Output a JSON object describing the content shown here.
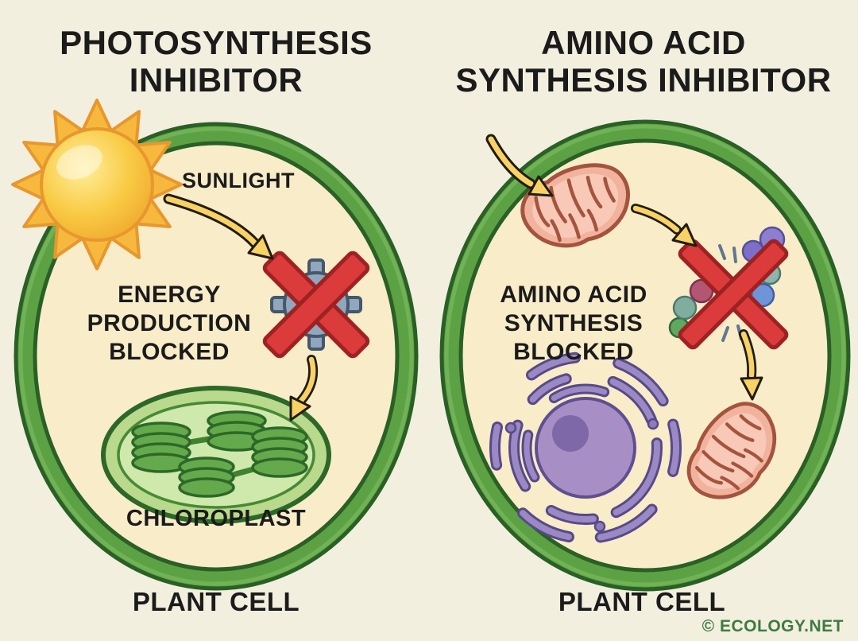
{
  "meta": {
    "credit": "© ECOLOGY.NET"
  },
  "panels": {
    "left": {
      "title_lines": [
        "PHOTOSYNTHESIS",
        "INHIBITOR"
      ],
      "sunlight_label": "SUNLIGHT",
      "blocked_lines": [
        "ENERGY",
        "PRODUCTION",
        "BLOCKED"
      ],
      "organelle_label": "CHLOROPLAST",
      "cell_label": "PLANT CELL"
    },
    "right": {
      "title_lines": [
        "AMINO ACID",
        "SYNTHESIS INHIBITOR"
      ],
      "blocked_lines": [
        "AMINO ACID",
        "SYNTHESIS",
        "BLOCKED"
      ],
      "cell_label": "PLANT CELL"
    }
  },
  "icons": {
    "sun": "sun-icon",
    "gear": "gear-icon (energy production machinery)",
    "blocked_x": "red-x-blocked-icon",
    "arrow": "yellow-curved-arrow-icon",
    "chloroplast": "chloroplast-organelle",
    "mitochondrion": "mitochondrion-organelle",
    "nucleus_er": "nucleus-with-endoplasmic-reticulum",
    "amino_acid_chain": "amino-acid-bead-chain"
  },
  "colors": {
    "page_background": "#f2efdf",
    "cell_interior": "#f8ecc9",
    "membrane_green": "#5ca245",
    "membrane_dark": "#2a5f25",
    "sun_yellow": "#f9cb45",
    "sun_outline": "#e8972e",
    "arrow_yellow": "#f9d266",
    "blocked_red": "#dc3b3b",
    "blocked_red_dark": "#9e2222",
    "gear_blue": "#91a7bd",
    "chloroplast_light": "#cfe8ab",
    "grana_green": "#64a94b",
    "mitochondria_salmon": "#f1b39e",
    "mitochondria_dark": "#a4543e",
    "nucleus_purple": "#a78fc6",
    "er_lavender": "#9a89c4",
    "text_black": "#1b1b1b",
    "credit_green": "#3d7b40"
  }
}
